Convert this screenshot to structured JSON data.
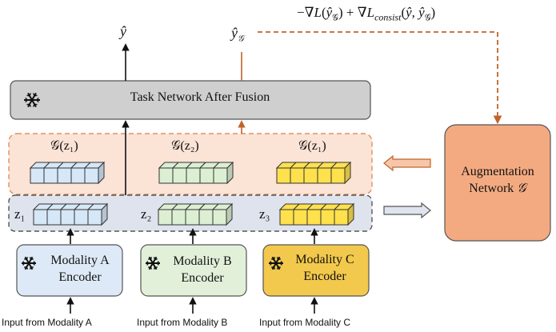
{
  "formula": "−∇L(ŷ_𝒢) + ∇L_consist(ŷ, ŷ_𝒢)",
  "formula_parts": {
    "a": "−∇",
    "b": "L",
    "c": "(",
    "d": "ŷ",
    "e": "𝒢",
    "f": ") + ∇",
    "g": "L",
    "h": "consist",
    "i": "(",
    "j": "ŷ",
    "k": ", ",
    "l": "ŷ",
    "m": "𝒢",
    "n": ")"
  },
  "outputs": {
    "y_hat": "ŷ",
    "y_hat_g": "ŷ",
    "y_hat_g_sub": "𝒢"
  },
  "task_network": {
    "label": "Task Network After Fusion"
  },
  "augmented_row": {
    "labels": [
      "𝒢(z₁)",
      "𝒢(z₂)",
      "𝒢(z₁)"
    ]
  },
  "latent_row": {
    "labels": [
      "z₁",
      "z₂",
      "z₃"
    ]
  },
  "encoders": [
    {
      "line1": "Modality A",
      "line2": "Encoder"
    },
    {
      "line1": "Modality B",
      "line2": "Encoder"
    },
    {
      "line1": "Modality C",
      "line2": "Encoder"
    }
  ],
  "inputs": [
    "Input  from Modality A",
    "Input from Modality B",
    "Input from Modality C"
  ],
  "augmentation_network": {
    "line1": "Augmentation",
    "line2": "Network",
    "symbol": "𝒢"
  },
  "icons": {
    "frozen": "snowflake-icon"
  },
  "colors": {
    "task_network_fill": "#cfcfcf",
    "augmented_row_fill": "#fbe3d6",
    "augmented_row_border": "#e0925f",
    "latent_row_fill": "#dee3ee",
    "encoder_a_fill": "#dde9f6",
    "encoder_b_fill": "#e2f0da",
    "encoder_c_fill": "#f2c94c",
    "augmentation_fill": "#f4aa81",
    "cube_blue": "#d6e7f7",
    "cube_green": "#dcefd3",
    "cube_yellow": "#ffe14d",
    "orange_arrow": "#c0642b"
  }
}
